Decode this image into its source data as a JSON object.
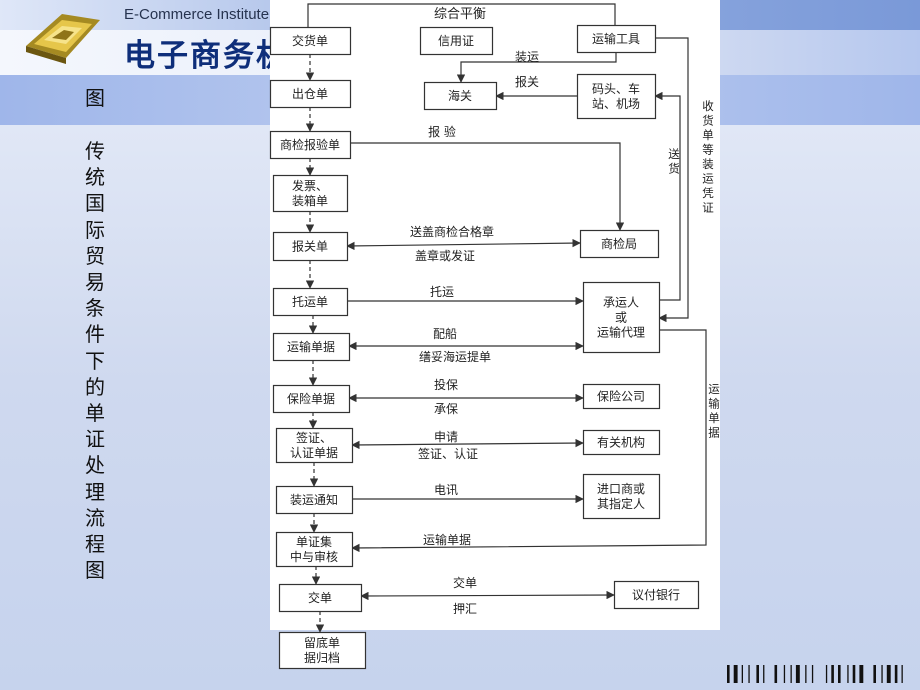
{
  "header": {
    "brand_en": "E-Commerce Institute",
    "brand_zh": "电子商务机"
  },
  "caption": {
    "title": "图",
    "body": "传统国际贸易条件下的单证处理流程图"
  },
  "diagram": {
    "top_label": "综合平衡",
    "left_boxes": [
      {
        "id": "jiaohuodan",
        "text": [
          "交货单"
        ]
      },
      {
        "id": "chucangdan",
        "text": [
          "出仓单"
        ]
      },
      {
        "id": "shangjian",
        "text": [
          "商检报验单"
        ]
      },
      {
        "id": "fapiao",
        "text": [
          "发票、",
          "装箱单"
        ]
      },
      {
        "id": "baoguandan",
        "text": [
          "报关单"
        ]
      },
      {
        "id": "tuoyundan",
        "text": [
          "托运单"
        ]
      },
      {
        "id": "yunshudanju",
        "text": [
          "运输单据"
        ]
      },
      {
        "id": "baoxiandanju",
        "text": [
          "保险单据"
        ]
      },
      {
        "id": "qianzheng",
        "text": [
          "签证、",
          "认证单据"
        ]
      },
      {
        "id": "zhuangyun",
        "text": [
          "装运通知"
        ]
      },
      {
        "id": "danzhengji",
        "text": [
          "单证集",
          "中与审核"
        ]
      },
      {
        "id": "jiaodan",
        "text": [
          "交单"
        ]
      },
      {
        "id": "liudi",
        "text": [
          "留底单",
          "据归档"
        ]
      }
    ],
    "right_boxes": [
      {
        "id": "xinyongzheng",
        "text": [
          "信用证"
        ]
      },
      {
        "id": "yunshugongju",
        "text": [
          "运输工具"
        ]
      },
      {
        "id": "haiguan",
        "text": [
          "海关"
        ]
      },
      {
        "id": "matou",
        "text": [
          "码头、车",
          "站、机场"
        ]
      },
      {
        "id": "shangjianju",
        "text": [
          "商检局"
        ]
      },
      {
        "id": "chengyunren",
        "text": [
          "承运人",
          "或",
          "运输代理"
        ]
      },
      {
        "id": "baoxiangongsi",
        "text": [
          "保险公司"
        ]
      },
      {
        "id": "youguanjigou",
        "text": [
          "有关机构"
        ]
      },
      {
        "id": "jinkoushang",
        "text": [
          "进口商或",
          "其指定人"
        ]
      },
      {
        "id": "yifuyinhang",
        "text": [
          "议付银行"
        ]
      }
    ],
    "edge_labels": {
      "zhuangyun": "装运",
      "baoguan": "报关",
      "baoyan": "报 验",
      "songgai": "送盖商检合格章",
      "gaizhang": "盖章或发证",
      "tuoyun": "托运",
      "peichuan": "配船",
      "quetuo": "缮妥海运提单",
      "toubao": "投保",
      "chengbao": "承保",
      "shenqing": "申请",
      "qianzheng_renzheng": "签证、认证",
      "dianxun": "电讯",
      "yunshudanju": "运输单据",
      "jiaodan": "交单",
      "yahui": "押汇",
      "songhuo": "送货",
      "shouhuodan": "收货单等装运凭证",
      "yunshudanju_v": "运输单据"
    }
  }
}
